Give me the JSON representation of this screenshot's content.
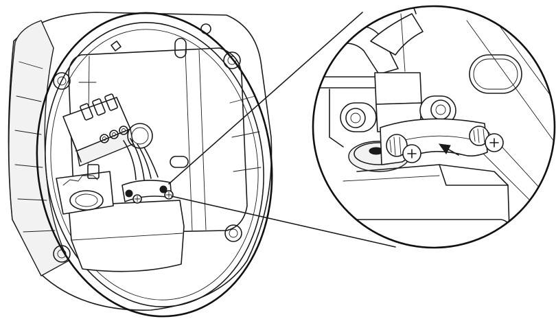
{
  "figure": {
    "kind": "technical-line-illustration",
    "subject": "enclosure-back-box-with-cable-clamp",
    "callout": "magnified-detail-circle",
    "line_color": "#1a1a1a",
    "background_color": "#ffffff",
    "icons": [
      "enclosure-housing-icon",
      "terminal-block-icon",
      "cable-clamp-icon",
      "phillips-screw-icon",
      "direction-arrow-icon"
    ],
    "text": []
  }
}
